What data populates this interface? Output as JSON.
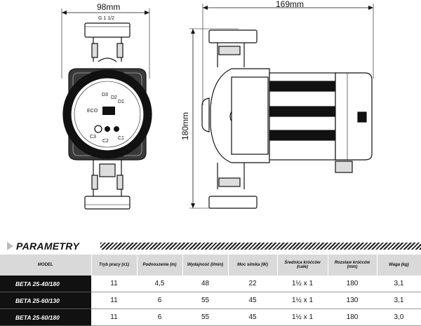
{
  "drawing": {
    "width_label": "98mm",
    "thread_label": "G 1 1/2",
    "length_label": "169mm",
    "height_label": "180mm",
    "panel": {
      "mode_label": "ECO",
      "speed_labels": [
        "D3",
        "D2",
        "D1"
      ],
      "c_labels": [
        "C3",
        "C2",
        "C1"
      ]
    }
  },
  "section": {
    "title": "PARAMETRY"
  },
  "table": {
    "headers": [
      "MODEL",
      "Tryb pracy (x1)",
      "Podnoszenie (m)",
      "Wydajność (l/min)",
      "Moc silnika (W)",
      "Średnica króćców (cale)",
      "Rozstaw króćców (mm)",
      "Waga (kg)"
    ],
    "rows": [
      [
        "BETA 25-40/180",
        "11",
        "4,5",
        "48",
        "22",
        "1½ x 1",
        "180",
        "3,1"
      ],
      [
        "BETA 25-60/130",
        "11",
        "6",
        "55",
        "45",
        "1½ x 1",
        "130",
        "3,1"
      ],
      [
        "BETA 25-60/180",
        "11",
        "6",
        "55",
        "45",
        "1½ x 1",
        "180",
        "3,0"
      ]
    ]
  }
}
